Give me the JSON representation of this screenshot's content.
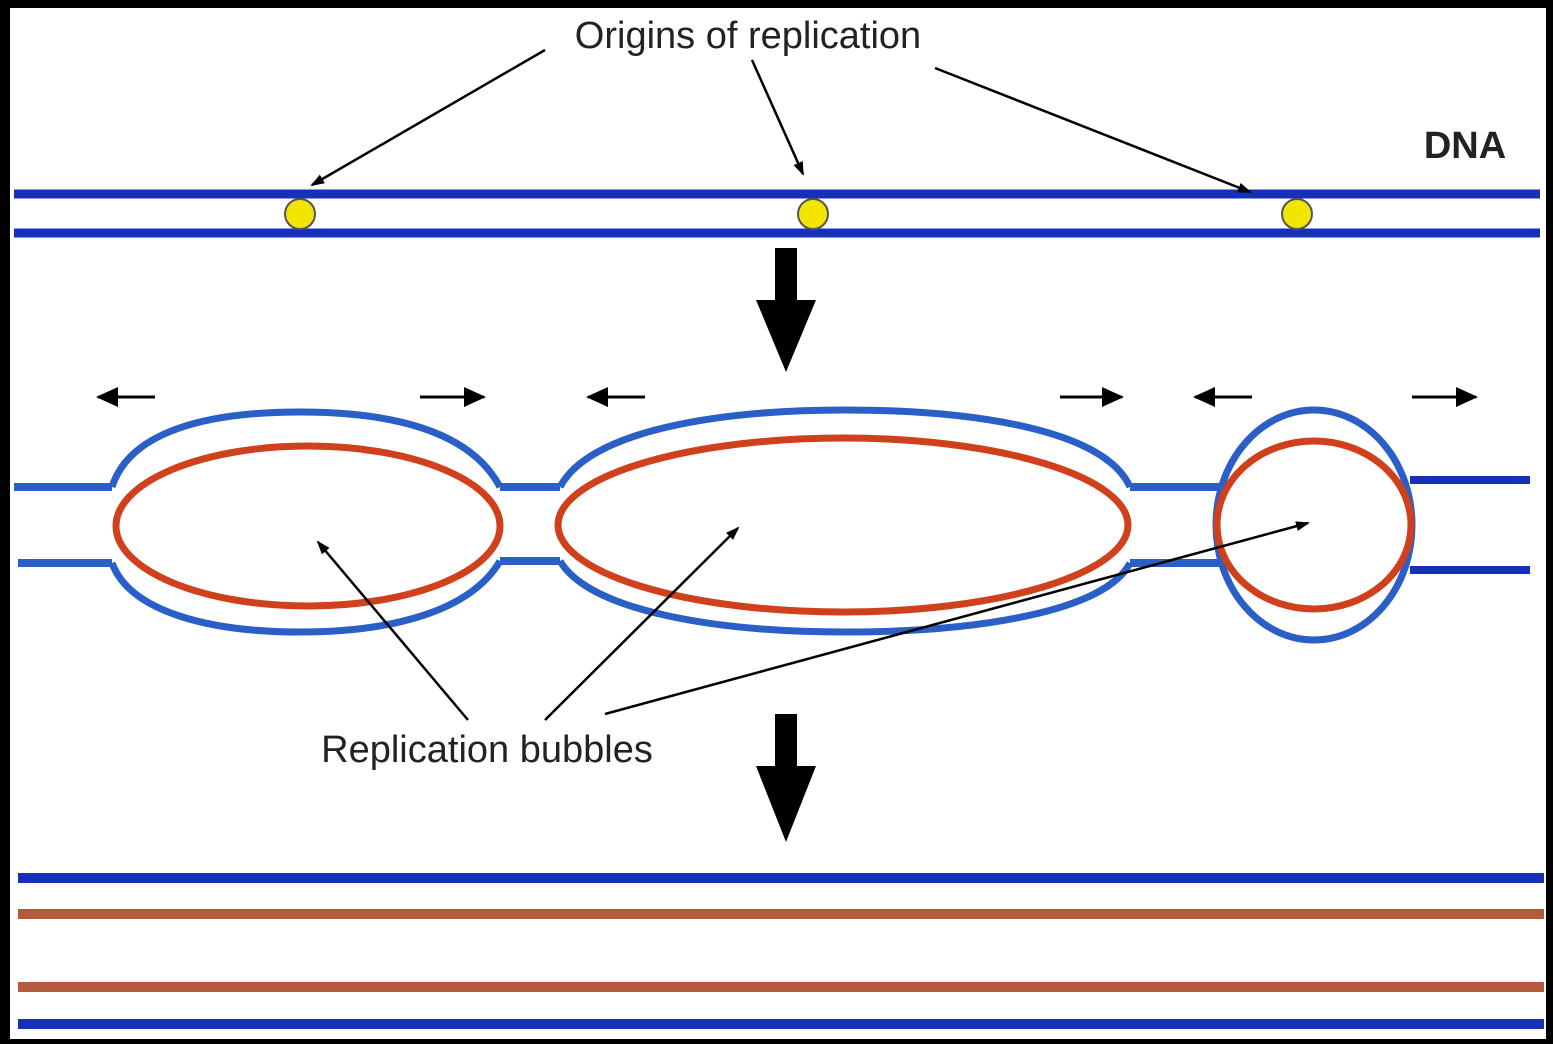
{
  "diagram": {
    "labels": {
      "origins": "Origins of replication",
      "dna": "DNA",
      "bubbles": "Replication bubbles"
    },
    "colors": {
      "parental_strand": "#1730b8",
      "bubble_outer": "#2a5fc8",
      "new_strand": "#d0401c",
      "final_new_strand": "#b55a3a",
      "origin_dot": "#f2e600",
      "background": "#ffffff",
      "border": "#000000",
      "arrow": "#000000"
    },
    "origins_count": 3,
    "bubbles_count": 3,
    "stages": [
      "unreplicated",
      "replicating",
      "replicated"
    ]
  }
}
